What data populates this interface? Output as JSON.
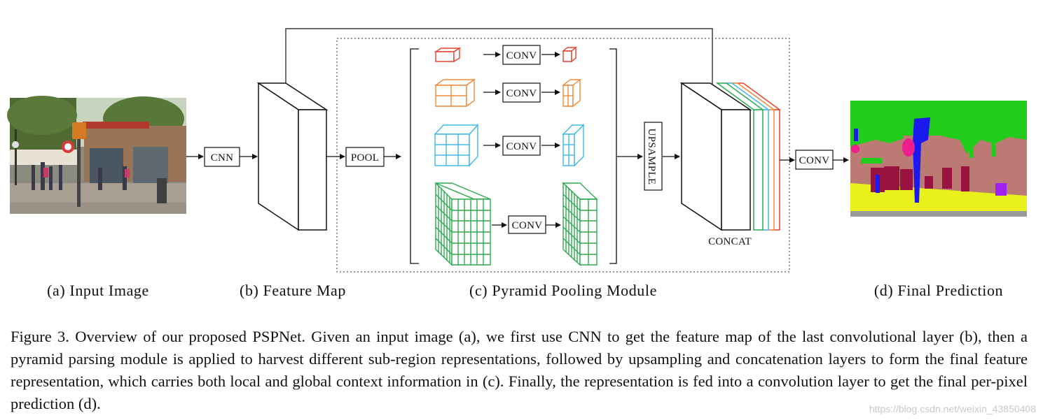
{
  "diagram": {
    "boxes": {
      "cnn": "CNN",
      "pool": "POOL",
      "conv": "CONV",
      "upsample": "UPSAMPLE",
      "concat": "CONCAT",
      "conv_out": "CONV"
    },
    "panels": {
      "a": "(a) Input Image",
      "b": "(b) Feature Map",
      "c": "(c) Pyramid Pooling Module",
      "d": "(d) Final Prediction"
    },
    "pyramid_colors": [
      "#e8412c",
      "#f08a3a",
      "#41b7e8",
      "#2daa4e"
    ]
  },
  "caption": "Figure 3. Overview of our proposed PSPNet. Given an input image (a), we first use CNN to get the feature map of the last convolutional layer (b), then a pyramid parsing module is applied to harvest different sub-region representations, followed by upsampling and concatenation layers to form the final feature representation, which carries both local and global context information in (c). Finally, the representation is fed into a convolution layer to get the final per-pixel prediction (d).",
  "watermark": "https://blog.csdn.net/weixin_43850408"
}
